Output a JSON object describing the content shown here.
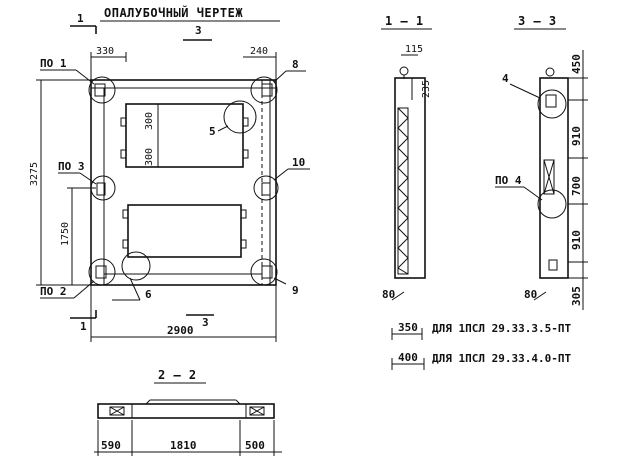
{
  "title": "ОПАЛУБОЧНЫЙ ЧЕРТЕЖ",
  "sections": {
    "s1": "1 — 1",
    "s2": "2 — 2",
    "s3": "3 — 3"
  },
  "section_marks": {
    "top_left": "1",
    "bottom_left": "1",
    "top_center": "3",
    "bottom_center": "3"
  },
  "callouts": {
    "po1": "ПО 1",
    "po3": "ПО 3",
    "po2": "ПО 2",
    "po4": "ПО 4",
    "n4": "4",
    "n5": "5",
    "n6": "6",
    "n8": "8",
    "n9": "9",
    "n10": "10"
  },
  "dims": {
    "w330": "330",
    "w240": "240",
    "h3275": "3275",
    "h1750": "1750",
    "o300a": "300",
    "o300b": "300",
    "w2900": "2900",
    "w590": "590",
    "w1810": "1810",
    "w500": "500",
    "s115": "115",
    "s235": "235",
    "s80a": "80",
    "s80b": "80",
    "v450": "450",
    "v910a": "910",
    "v700": "700",
    "v910b": "910",
    "v305": "305",
    "t350": "350",
    "t400": "400"
  },
  "notes": {
    "n350": "ДЛЯ 1ПСЛ 29.33.3.5-ПТ",
    "n400": "ДЛЯ 1ПСЛ 29.33.4.0-ПТ"
  }
}
